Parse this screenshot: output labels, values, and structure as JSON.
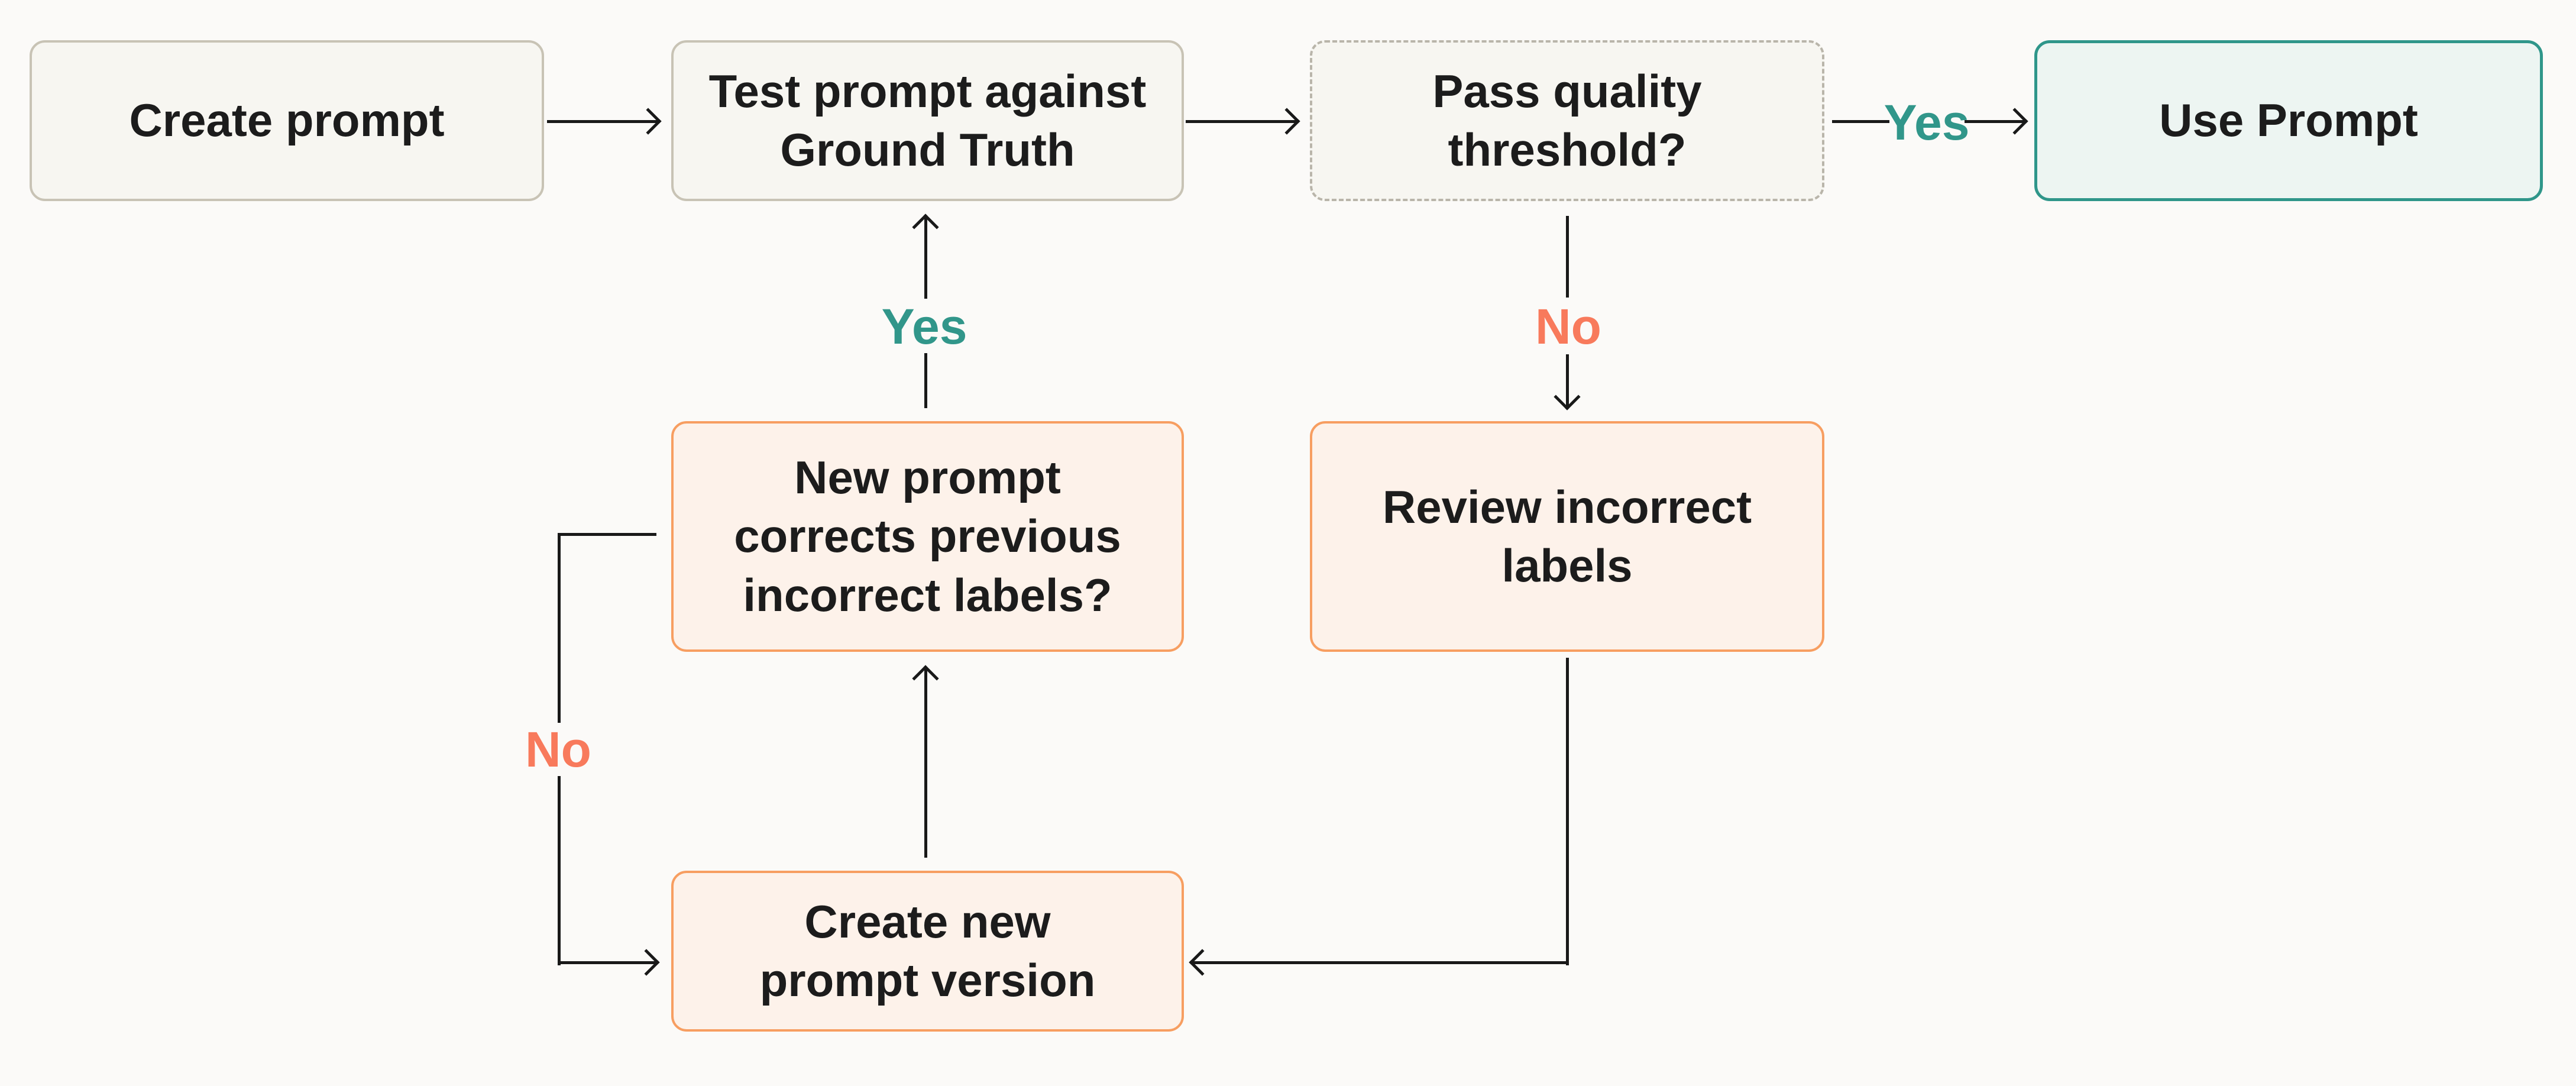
{
  "diagram": {
    "nodes": {
      "create_prompt": {
        "label": "Create prompt",
        "style": "neutral"
      },
      "test_prompt": {
        "label": "Test prompt against\nGround Truth",
        "style": "neutral"
      },
      "pass_threshold": {
        "label": "Pass quality\nthreshold?",
        "style": "dashed"
      },
      "use_prompt": {
        "label": "Use Prompt",
        "style": "teal"
      },
      "new_prompt_corrects": {
        "label": "New prompt\ncorrects previous\nincorrect labels?",
        "style": "orange"
      },
      "review_labels": {
        "label": "Review incorrect\nlabels",
        "style": "orange"
      },
      "create_new_version": {
        "label": "Create new\nprompt version",
        "style": "orange"
      }
    },
    "edge_labels": {
      "yes_to_use": "Yes",
      "no_to_review": "No",
      "yes_loop": "Yes",
      "no_loop": "No"
    },
    "colors": {
      "background": "#FBFAF8",
      "neutral_fill": "#F7F6F1",
      "neutral_border": "#C8C3B5",
      "dashed_border": "#B9B5AA",
      "teal_fill": "#EDF5F2",
      "teal_border": "#2F968A",
      "orange_fill": "#FDF2EA",
      "orange_border": "#F79E61",
      "yes_label": "#31968A",
      "no_label": "#F87A5C",
      "line": "#191919",
      "text": "#1C1C1C"
    }
  }
}
